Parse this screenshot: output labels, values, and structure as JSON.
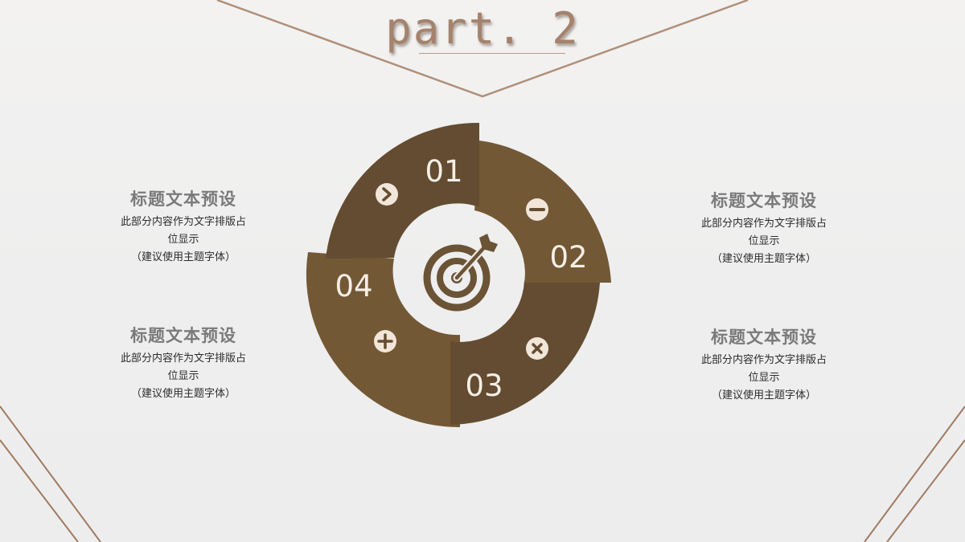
{
  "title": "part. 2",
  "colors": {
    "segment_dark": "#634c31",
    "segment_mid": "#735836",
    "center_icon": "#6b5336",
    "line": "#b08f7a",
    "icon_fill": "#f2e6da"
  },
  "segments": [
    {
      "number": "01",
      "icon": "chevron-right-icon"
    },
    {
      "number": "02",
      "icon": "minus-icon"
    },
    {
      "number": "03",
      "icon": "times-icon"
    },
    {
      "number": "04",
      "icon": "plus-icon"
    }
  ],
  "center_icon": "target-arrow-icon",
  "blurbs": [
    {
      "title": "标题文本预设",
      "body_line1": "此部分内容作为文字排版占",
      "body_line2": "位显示",
      "body_line3": "（建议使用主题字体）"
    },
    {
      "title": "标题文本预设",
      "body_line1": "此部分内容作为文字排版占",
      "body_line2": "位显示",
      "body_line3": "（建议使用主题字体）"
    },
    {
      "title": "标题文本预设",
      "body_line1": "此部分内容作为文字排版占",
      "body_line2": "位显示",
      "body_line3": "（建议使用主题字体）"
    },
    {
      "title": "标题文本预设",
      "body_line1": "此部分内容作为文字排版占",
      "body_line2": "位显示",
      "body_line3": "（建议使用主题字体）"
    }
  ]
}
